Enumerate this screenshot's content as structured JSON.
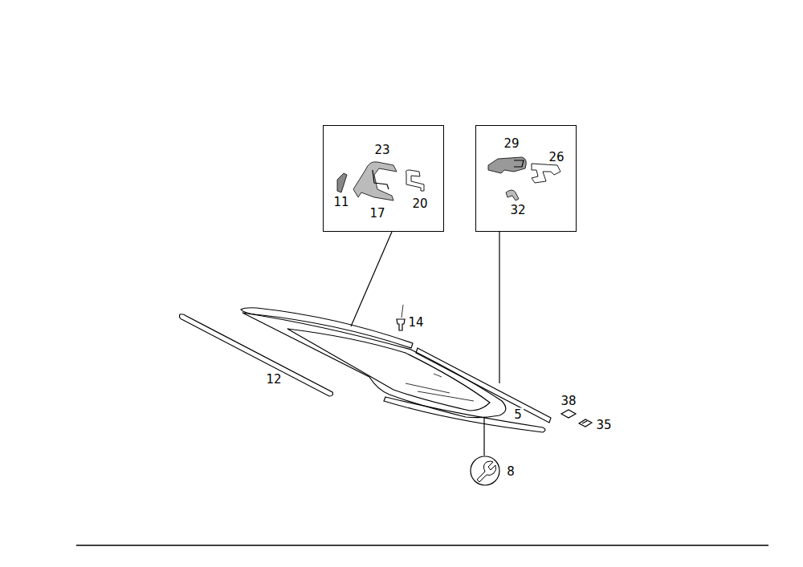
{
  "diagram": {
    "nodes": [
      {
        "text": [
          "23",
          "11",
          "17",
          "20"
        ]
      },
      {
        "text": [
          "29",
          "26",
          "32"
        ]
      }
    ],
    "labels": [
      "14",
      "12",
      "5",
      "38",
      "35",
      "8"
    ]
  }
}
